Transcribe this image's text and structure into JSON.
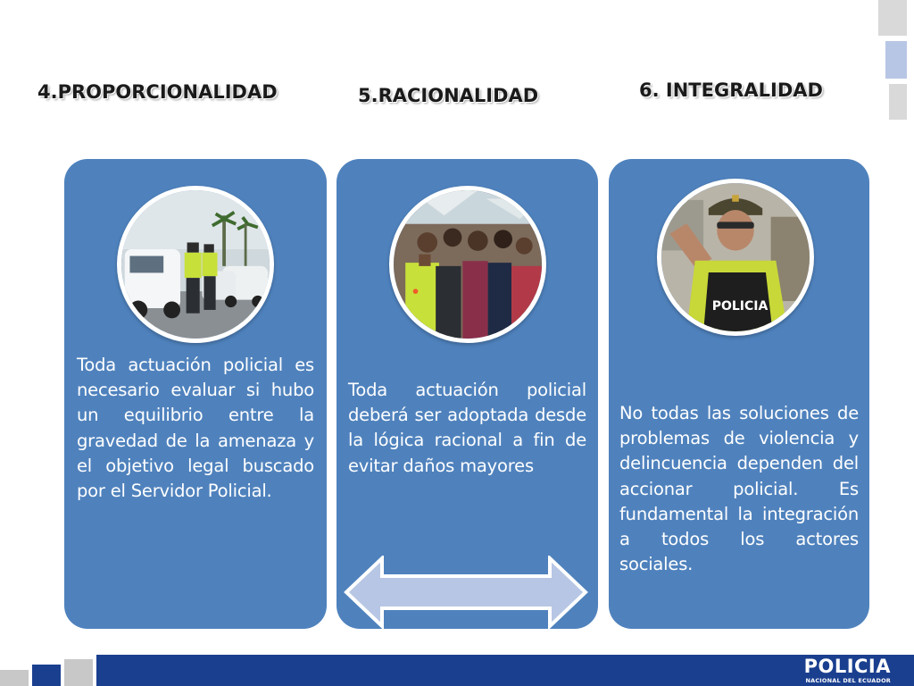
{
  "headings": {
    "proporcionalidad": "4.PROPORCIONALIDAD",
    "racionalidad": "5.RACIONALIDAD",
    "integralidad": "6. INTEGRALIDAD"
  },
  "cards": [
    {
      "image": "police-officers-with-patrol-cars",
      "text": "Toda actuación policial es necesario evaluar si hubo un equilibrio entre la gravedad de la amenaza y el objetivo legal buscado por el Servidor Policial."
    },
    {
      "image": "police-in-crowd",
      "text": "Toda actuación policial deberá ser adoptada desde la lógica racional a fin de evitar daños mayores"
    },
    {
      "image": "police-officer-portrait",
      "vest_label": "POLICIA",
      "text": "No todas las soluciones de problemas de violencia y delincuencia dependen del accionar policial. Es fundamental la integración a todos los actores sociales."
    }
  ],
  "footer": {
    "logo_title": "POLICIA",
    "logo_subtitle": "NACIONAL DEL ECUADOR"
  },
  "colors": {
    "card_blue": "#4f82bd",
    "footer_blue": "#1a3f8f",
    "arrow_fill": "#b7c6e4"
  }
}
